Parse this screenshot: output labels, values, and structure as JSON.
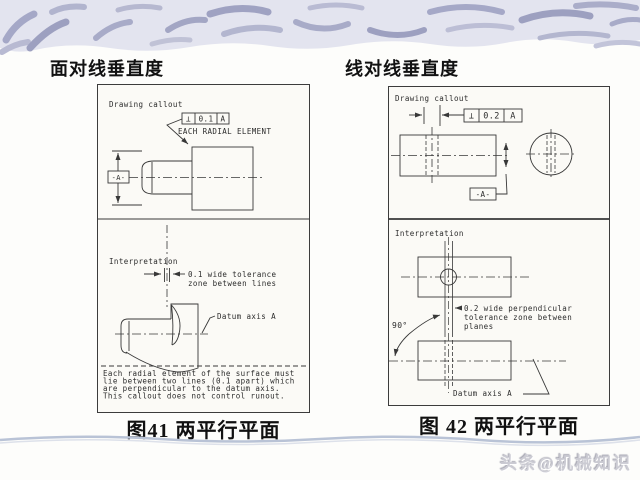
{
  "slide": {
    "watermark": "头条@机械知识",
    "band_color": "#e3e4ef",
    "line_color": "#383838"
  },
  "titles": {
    "left": "面对线垂直度",
    "right": "线对线垂直度"
  },
  "figures": [
    {
      "caption": "图41  两平行平面",
      "callout_label": "Drawing callout",
      "interpretation_label": "Interpretation",
      "fcf": {
        "symbol": "⊥",
        "tolerance": "0.1",
        "datum": "A"
      },
      "datum_tag": "-A-",
      "feature_note": "EACH RADIAL ELEMENT",
      "zone_note": [
        "0.1 wide tolerance",
        "zone between lines"
      ],
      "datum_axis_label": "Datum axis A",
      "description": [
        "Each radial element of the surface must",
        "lie between two lines (0.1 apart) which",
        "are perpendicular to the datum axis.",
        "This callout does not control runout."
      ]
    },
    {
      "caption": "图 42  两平行平面",
      "callout_label": "Drawing callout",
      "interpretation_label": "Interpretation",
      "fcf": {
        "symbol": "⊥",
        "tolerance": "0.2",
        "datum": "A"
      },
      "datum_tag": "-A-",
      "zone_note": [
        "0.2 wide perpendicular",
        "tolerance zone between",
        "planes"
      ],
      "angle_label": "90°",
      "datum_axis_label": "Datum axis A"
    }
  ]
}
